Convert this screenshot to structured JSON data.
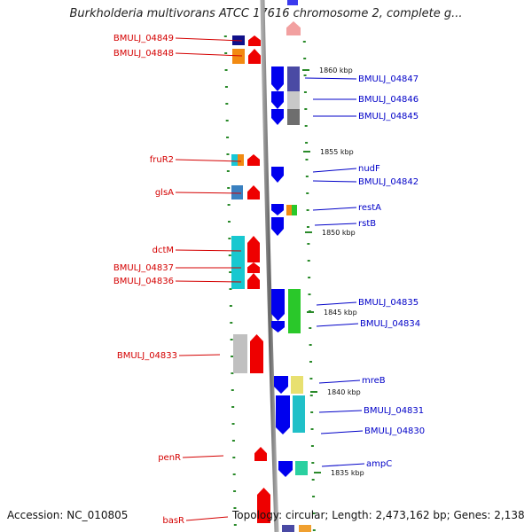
{
  "title": "Burkholderia multivorans ATCC 17616 chromosome 2, complete g...",
  "footer": {
    "accession": "Accession: NC_010805",
    "topology": "Topology: circular; Length: 2,473,162 bp; Genes: 2,138"
  },
  "kbp_labels": [
    "1860 kbp",
    "1855 kbp",
    "1850 kbp",
    "1845 kbp",
    "1840 kbp",
    "1835 kbp"
  ],
  "left_genes": [
    "BMULJ_04849",
    "BMULJ_04848",
    "fruR2",
    "glsA",
    "dctM",
    "BMULJ_04837",
    "BMULJ_04836",
    "BMULJ_04833",
    "penR",
    "basR"
  ],
  "right_genes": [
    "BMULJ_04847",
    "BMULJ_04846",
    "BMULJ_04845",
    "nudF",
    "BMULJ_04842",
    "restA",
    "rstB",
    "BMULJ_04835",
    "BMULJ_04834",
    "mreB",
    "BMULJ_04831",
    "BMULJ_04830",
    "ampC"
  ],
  "colors": {
    "forward_strand": "#ee0000",
    "reverse_strand": "#0000ee",
    "left_label": "#d40000",
    "right_label": "#0000c8",
    "ruler_tick": "#2a8a2a",
    "backbone": "#888888"
  }
}
